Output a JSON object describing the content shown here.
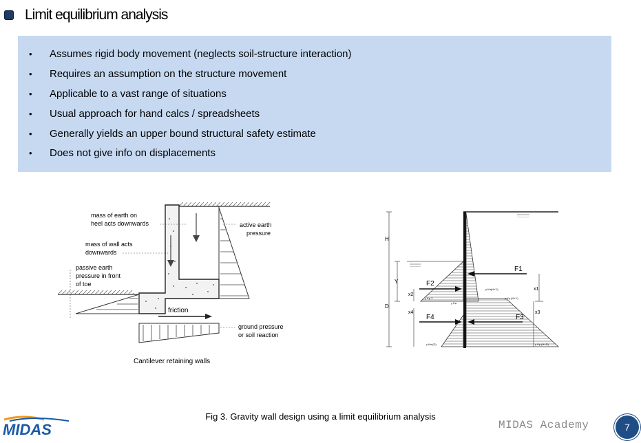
{
  "slide": {
    "title": "Limit equilibrium analysis",
    "bullets": [
      "Assumes rigid body movement (neglects soil-structure interaction)",
      "Requires an assumption on the structure movement",
      "Applicable to a vast range of situations",
      "Usual approach for hand calcs / spreadsheets",
      "Generally yields an upper bound structural safety estimate",
      "Does not give info on displacements"
    ],
    "bullet_symbol": "•",
    "caption": "Fig 3. Gravity wall design using a limit equilibrium analysis",
    "footer_brand": "MIDAS Academy",
    "logo_text": "MIDAS",
    "page_number": "7",
    "colors": {
      "bullet_box": "#c6d9f1",
      "title_bullet": "#1f3b63",
      "page_badge": "#1f4e86",
      "logo_blue": "#1a5aa6",
      "logo_orange": "#f29a1f"
    }
  },
  "left_figure": {
    "labels": {
      "mass_earth_1": "mass of earth on",
      "mass_earth_2": "heel acts downwards",
      "active_1": "active earth",
      "active_2": "pressure",
      "mass_wall_1": "mass of wall acts",
      "mass_wall_2": "downwards",
      "passive_1": "passive earth",
      "passive_2": "pressure in front",
      "passive_3": "of toe",
      "friction": "friction",
      "ground_1": "ground pressure",
      "ground_2": "or soil reaction",
      "caption": "Cantilever retaining walls"
    }
  },
  "right_figure": {
    "labels": {
      "H": "H",
      "Y": "Y",
      "D": "D",
      "F1": "F1",
      "F2": "F2",
      "F3": "F3",
      "F4": "F4",
      "x1": "x1",
      "x2": "x2",
      "x3": "x3",
      "x4": "x4",
      "ka_hy_1": "γ Ka(H+Y)",
      "kp_y": "γ Kp.Y",
      "ka_hy_2": "γ Kp.(H+Y)",
      "ka_small": "γ Ka",
      "kad": "γ Ka.(D)",
      "kp_d": "γ Kp.(H+D)"
    }
  }
}
